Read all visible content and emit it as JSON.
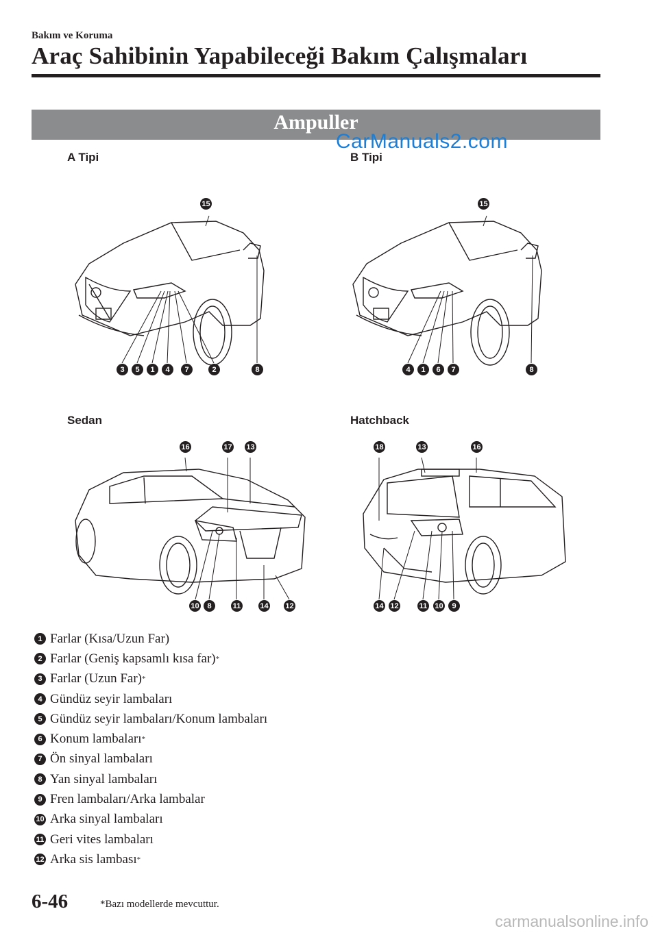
{
  "header": {
    "section": "Bakım ve Koruma",
    "title": "Araç Sahibinin Yapabileceği Bakım Çalışmaları"
  },
  "banner": {
    "title": "Ampuller"
  },
  "watermark_top": "CarManuals2.com",
  "figures": {
    "a_type": {
      "label": "A Tipi",
      "callouts": [
        "15",
        "3",
        "5",
        "1",
        "4",
        "7",
        "2",
        "8"
      ]
    },
    "b_type": {
      "label": "B Tipi",
      "callouts": [
        "15",
        "4",
        "1",
        "6",
        "7",
        "8"
      ]
    },
    "sedan": {
      "label": "Sedan",
      "callouts": [
        "16",
        "17",
        "13",
        "10",
        "8",
        "11",
        "14",
        "12"
      ]
    },
    "hatchback": {
      "label": "Hatchback",
      "callouts": [
        "18",
        "13",
        "16",
        "14",
        "12",
        "11",
        "10",
        "9"
      ]
    }
  },
  "legend": [
    {
      "n": "1",
      "text": "Farlar (Kısa/Uzun Far)",
      "star": ""
    },
    {
      "n": "2",
      "text": "Farlar (Geniş kapsamlı kısa far)",
      "star": "*"
    },
    {
      "n": "3",
      "text": "Farlar (Uzun Far)",
      "star": "*"
    },
    {
      "n": "4",
      "text": "Gündüz seyir lambaları",
      "star": ""
    },
    {
      "n": "5",
      "text": "Gündüz seyir lambaları/Konum lambaları",
      "star": ""
    },
    {
      "n": "6",
      "text": "Konum lambaları",
      "star": "*"
    },
    {
      "n": "7",
      "text": "Ön sinyal lambaları",
      "star": ""
    },
    {
      "n": "8",
      "text": "Yan sinyal lambaları",
      "star": ""
    },
    {
      "n": "9",
      "text": "Fren lambaları/Arka lambalar",
      "star": ""
    },
    {
      "n": "10",
      "text": "Arka sinyal lambaları",
      "star": ""
    },
    {
      "n": "11",
      "text": "Geri vites lambaları",
      "star": ""
    },
    {
      "n": "12",
      "text": "Arka sis lambası",
      "star": "*"
    }
  ],
  "footer": {
    "page_number": "6-46",
    "footnote": "*Bazı modellerde mevcuttur.",
    "watermark": "carmanualsonline.info"
  }
}
